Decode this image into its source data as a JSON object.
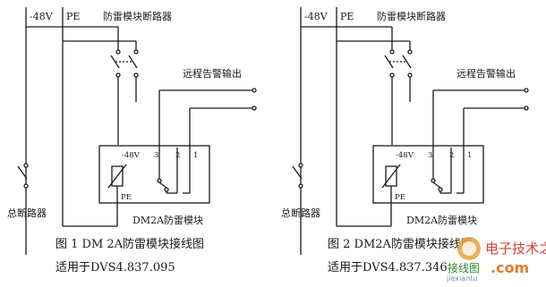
{
  "figures": [
    {
      "voltage": "-48V",
      "pe": "PE",
      "breaker_title": "防雷模块断路器",
      "remote_alarm": "远程告警输出",
      "main_breaker": "总断路器",
      "module_voltage": "-48V",
      "pin3": "3",
      "pin2": "2",
      "pin1": "1",
      "module_pe": "PE",
      "module_name": "DM2A防雷模块",
      "caption": "图 1  DM 2A防雷模块接线图",
      "applies_to": "适用于DVS4.837.095"
    },
    {
      "voltage": "-48V",
      "pe": "PE",
      "breaker_title": "防雷模块断路器",
      "remote_alarm": "远程告警输出",
      "main_breaker": "总断路器",
      "module_voltage": "-48V",
      "pin3": "3",
      "pin2": "2",
      "pin1": "1",
      "module_pe": "PE",
      "module_name": "DM2A防雷模块",
      "caption": "图 2  DM2A防雷模块接线图",
      "applies_to": "适用于DVS4.837.346"
    }
  ],
  "watermark": {
    "site": "电子技术之家",
    "logo_text": "接线图",
    "com": ".com",
    "url": "jiexiantu"
  }
}
